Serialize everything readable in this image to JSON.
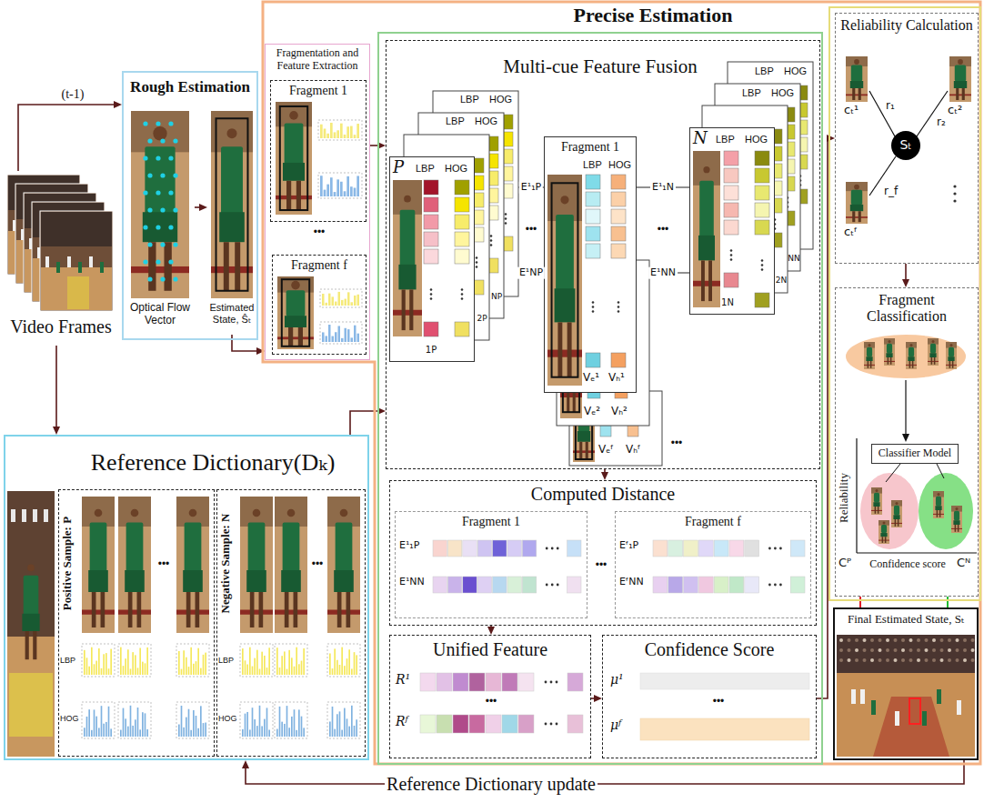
{
  "diagram": {
    "nodes": [
      {
        "text": [
          "Video Frames"
        ]
      },
      {
        "text": [
          "Rough Estimation"
        ]
      },
      {
        "text": [
          "Optical Flow Vector"
        ],
        "in": 1
      },
      {
        "text": [
          "Estimated State, Ŝₜ"
        ],
        "in": 1
      },
      {
        "text": [
          "Reference Dictionary(Dₖ)"
        ]
      },
      {
        "text": [
          "Positive Sample: P",
          "LBP",
          "HOG"
        ],
        "in": 4
      },
      {
        "text": [
          "Negative Sample: N",
          "LBP",
          "HOG"
        ],
        "in": 4
      },
      {
        "text": [
          "Precise Estimation"
        ]
      },
      {
        "text": [
          "Fragmentation and Feature Extraction"
        ],
        "in": 7
      },
      {
        "text": [
          "Fragment 1"
        ],
        "in": 8
      },
      {
        "text": [
          "Fragment f"
        ],
        "in": 8
      },
      {
        "text": [
          "Multi-cue Feature Fusion"
        ],
        "in": 7
      },
      {
        "text": [
          "P",
          "LBP",
          "HOG",
          "1P"
        ],
        "in": 11
      },
      {
        "text": [
          "Fragment 1",
          "LBP",
          "HOG",
          "Vₑ¹",
          "Vₕ¹"
        ],
        "in": 11
      },
      {
        "text": [
          "N",
          "LBP",
          "HOG",
          "1N"
        ],
        "in": 11
      },
      {
        "text": [
          "Computed Distance"
        ],
        "in": 7
      },
      {
        "text": [
          "Fragment 1",
          "E¹₁P",
          "E¹NN"
        ],
        "in": 15
      },
      {
        "text": [
          "Fragment f",
          "Eᶠ₁P",
          "EᶠNN"
        ],
        "in": 15
      },
      {
        "text": [
          "Unified Feature",
          "R¹",
          "Rᶠ"
        ],
        "in": 7
      },
      {
        "text": [
          "Confidence Score",
          "μ¹",
          "μᶠ"
        ],
        "in": 7
      },
      {
        "text": [
          "Reliability Calculation",
          "cₜ¹",
          "cₜ²",
          "cₜᶠ",
          "Sₜ",
          "r₁",
          "r₂",
          "r_f"
        ],
        "in": 7
      },
      {
        "text": [
          "Fragment Classification",
          "Reliability",
          "Confidence score",
          "Cᴾ",
          "Cᴺ"
        ],
        "in": 7
      },
      {
        "text": [
          "Classifier Model"
        ],
        "in": 21
      },
      {
        "text": [
          "Final Estimated State, Sₜ"
        ],
        "in": 7
      }
    ],
    "edges": [
      {
        "from": 0,
        "to": 1,
        "label": "(t-1)",
        "arrow": "to"
      },
      {
        "from": 0,
        "to": 4,
        "arrow": "to"
      },
      {
        "from": 2,
        "to": 3,
        "arrow": "to"
      },
      {
        "from": 3,
        "to": 8,
        "arrow": "to"
      },
      {
        "from": 4,
        "to": 11,
        "arrow": "to"
      },
      {
        "from": 8,
        "to": 11,
        "arrow": "to"
      },
      {
        "from": 12,
        "to": 13,
        "label": "E¹₁P",
        "arrow": "none"
      },
      {
        "from": 12,
        "to": 13,
        "label": "E¹NP",
        "arrow": "none"
      },
      {
        "from": 13,
        "to": 14,
        "label": "E¹₁N",
        "arrow": "none"
      },
      {
        "from": 13,
        "to": 14,
        "label": "E¹NN",
        "arrow": "none"
      },
      {
        "from": 11,
        "to": 15,
        "arrow": "to"
      },
      {
        "from": 15,
        "to": 18,
        "arrow": "to"
      },
      {
        "from": 18,
        "to": 19,
        "arrow": "to"
      },
      {
        "from": 19,
        "to": 20,
        "arrow": "to"
      },
      {
        "from": 20,
        "to": 21,
        "arrow": "to"
      },
      {
        "from": 21,
        "to": 23,
        "arrow": "none"
      },
      {
        "from": 21,
        "to": 23,
        "arrow": "none"
      },
      {
        "from": 23,
        "to": 4,
        "label": "Reference Dictionary update",
        "arrow": "to"
      }
    ],
    "labels": [
      "•••",
      "LBP",
      "HOG",
      "LBP",
      "HOG",
      "2P",
      "NP",
      "•••",
      "LBP",
      "HOG",
      "LBP",
      "HOG",
      "2N",
      "NN",
      "•••",
      "Vₑ²",
      "Vₕ²",
      "Vₑᶠ",
      "Vₕᶠ",
      "•••",
      "•••",
      "•••",
      "•••",
      "•••",
      "•••"
    ]
  }
}
